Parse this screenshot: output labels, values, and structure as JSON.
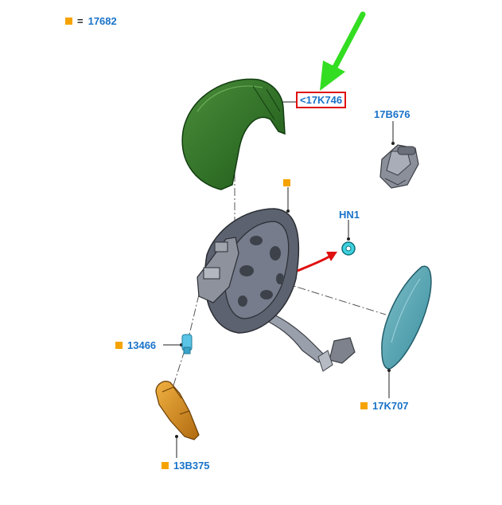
{
  "legend": {
    "part_number": "17682",
    "equals_sign": "="
  },
  "callouts": {
    "cover": "<17K746",
    "motor": "17B676",
    "clip": "HN1",
    "bulb": "13466",
    "glass": "17K707",
    "lamp": "13B375"
  },
  "colors": {
    "callout_text": "#1a73c9",
    "bullet": "#f5a300",
    "highlight_box": "#e01010",
    "pointer_arrow": "#33dd22",
    "red_arrow": "#e01010"
  }
}
